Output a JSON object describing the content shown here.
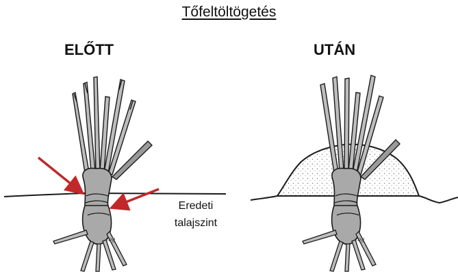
{
  "title": "Tőfeltöltögetés",
  "panels": {
    "before": {
      "label": "ELŐTT"
    },
    "after": {
      "label": "UTÁN"
    }
  },
  "annotation": {
    "line1": "Eredeti",
    "line2": "talajszint"
  },
  "signature": "cog",
  "colors": {
    "arrow": "#c0282a",
    "ink": "#1a1a1a",
    "stem_fill": "#a9a9a9",
    "mound_fill": "#f2f2f2"
  }
}
